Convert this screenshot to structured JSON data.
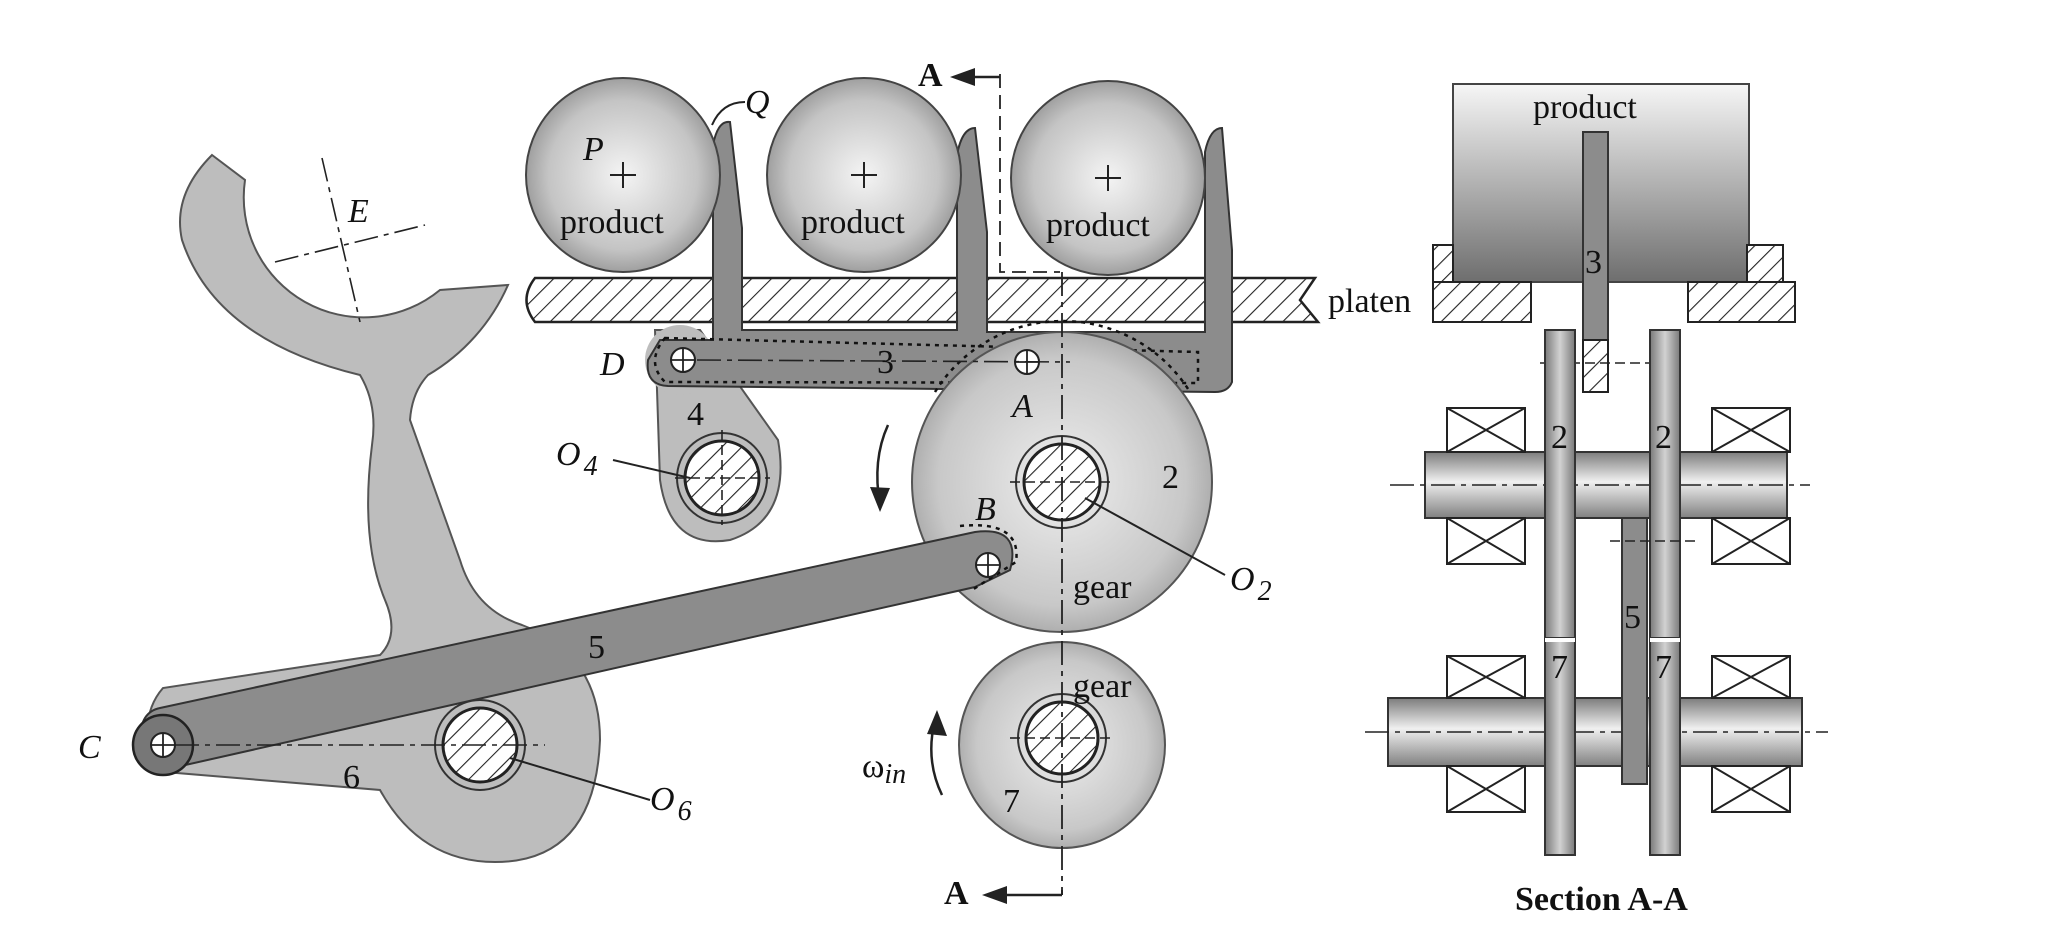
{
  "section_marker": "A",
  "parts": {
    "product_label": "product",
    "gear_label": "gear",
    "platen_label": "platen",
    "section_title": "Section A-A",
    "link_numbers": {
      "n2": "2",
      "n3": "3",
      "n4": "4",
      "n5": "5",
      "n6": "6",
      "n7": "7"
    }
  },
  "points": {
    "P": "P",
    "Q": "Q",
    "E": "E",
    "D": "D",
    "A": "A",
    "B": "B",
    "C": "C",
    "O": "O",
    "sub2": "2",
    "sub4": "4",
    "sub6": "6"
  },
  "input": {
    "omega": "ω",
    "sub": "in"
  },
  "colors": {
    "part_fill": "#bdbdbd",
    "dark_fill": "#8c8c8c",
    "line": "#222222"
  }
}
